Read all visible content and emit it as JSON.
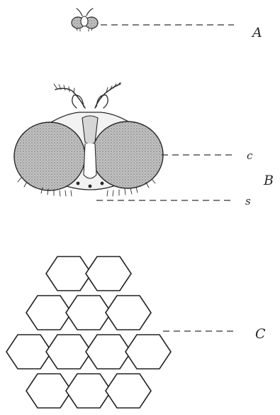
{
  "labels": {
    "a": "A",
    "b": "B",
    "c_small": "c",
    "s_small": "s",
    "c_large": "C"
  },
  "colors": {
    "ink": "#2a2a2a",
    "eye_fill": "#b8b8b8",
    "background": "#ffffff"
  }
}
